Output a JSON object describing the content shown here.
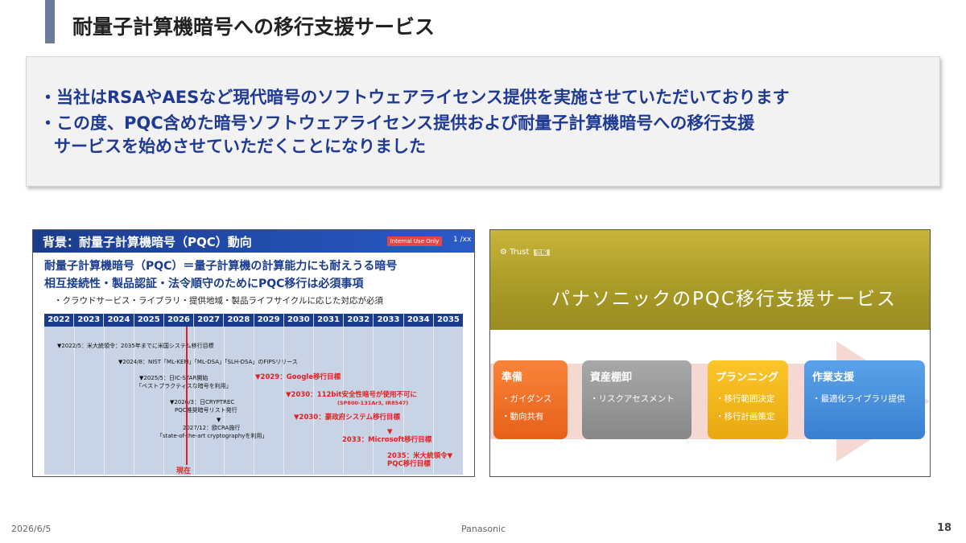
{
  "slide": {
    "title": "耐量子計算機暗号への移行支援サービス",
    "bullets": [
      "・当社はRSAやAESなど現代暗号のソフトウェアライセンス提供を実施させていただいております",
      "・この度、PQC含めた暗号ソフトウェアライセンス提供および耐量子計算機暗号への移行支援",
      "サービスを始めさせていただくことになりました"
    ]
  },
  "background_slide": {
    "title": "背景：耐量子計算機暗号（PQC）動向",
    "badge": "Internal Use Only",
    "page": "1 /xx",
    "heading1": "耐量子計算機暗号（PQC）＝量子計算機の計算能力にも耐えうる暗号",
    "heading2": "相互接続性・製品認証・法令順守のためにPQC移行は必須事項",
    "note": "・クラウドサービス・ライブラリ・提供地域・製品ライフサイクルに応じた対応が必須",
    "years": [
      "2022",
      "2023",
      "2024",
      "2025",
      "2026",
      "2027",
      "2028",
      "2029",
      "2030",
      "2031",
      "2032",
      "2033",
      "2034",
      "2035"
    ],
    "events": [
      "▼2022/5：米大統領令：2035年までに米国システム移行目標",
      "▼2024/8：NIST「ML-KEM」「ML-DSA」「SLH-DSA」のFIPSリリース",
      "▼2025/5：日IC-STAR開始",
      "「ベストプラクティスな暗号を利用」",
      "▼2026/3：日CRYPTREC",
      "PQC推奨暗号リスト発行",
      "▼",
      "2027/12：欧CRA施行",
      "「state-of-the-art cryptographyを利用」"
    ],
    "red_events": [
      "▼2029：Google移行目標",
      "▼2030：112bit安全性暗号が使用不可に",
      "(SP800-131Ar3, IR8547)",
      "▼2030：豪政府システム移行目標",
      "▼",
      "2033：Microsoft移行目標",
      "2035：米大統領令▼",
      "PQC移行目標"
    ],
    "now_label": "現在"
  },
  "service_slide": {
    "logo": "Trust",
    "logo_tag": "信頼",
    "title": "パナソニックのPQC移行支援サービス",
    "cards": [
      {
        "title": "準備",
        "items": [
          "・ガイダンス",
          "・動向共有"
        ]
      },
      {
        "title": "資産棚卸",
        "items": [
          "・リスクアセスメント"
        ]
      },
      {
        "title": "プランニング",
        "items": [
          "・移行範囲決定",
          "・移行計画策定"
        ]
      },
      {
        "title": "作業支援",
        "items": [
          "・最適化ライブラリ提供"
        ]
      }
    ],
    "colors": {
      "band": "#b0a22c",
      "c1": "#f07030",
      "c2": "#9a9a9a",
      "c3": "#f5b820",
      "c4": "#4a90dd"
    }
  },
  "footer": {
    "date": "2026/6/5",
    "brand": "Panasonic",
    "page": "18"
  }
}
